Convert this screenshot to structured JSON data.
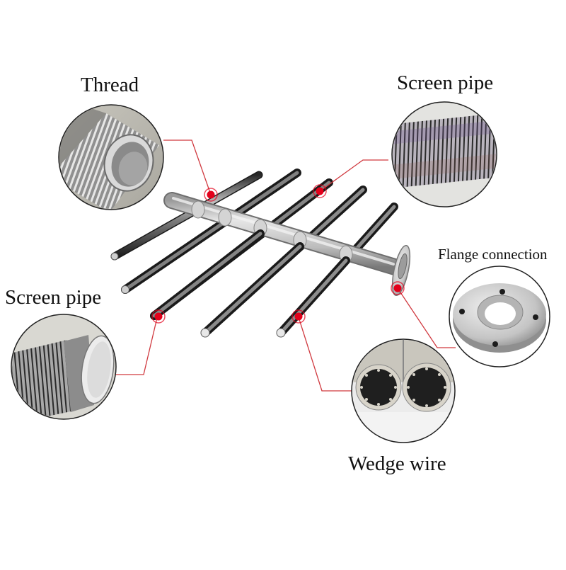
{
  "diagram": {
    "subject": "Header lateral screen pipe assembly",
    "accent_color": "#e3001b",
    "line_color": "#d0393f",
    "callouts": [
      {
        "id": "thread",
        "label": "Thread",
        "detail_image": "threaded-pipe-end"
      },
      {
        "id": "screen-pipe-top",
        "label": "Screen pipe",
        "detail_image": "wedge-wire-screen-surface"
      },
      {
        "id": "flange",
        "label": "Flange connection",
        "detail_image": "four-bolt-flange"
      },
      {
        "id": "screen-pipe-left",
        "label": "Screen pipe",
        "detail_image": "screen-pipe-capped-end"
      },
      {
        "id": "wedge-wire",
        "label": "Wedge wire",
        "detail_image": "wedge-wire-cross-section"
      }
    ],
    "laterals_count": 5
  }
}
